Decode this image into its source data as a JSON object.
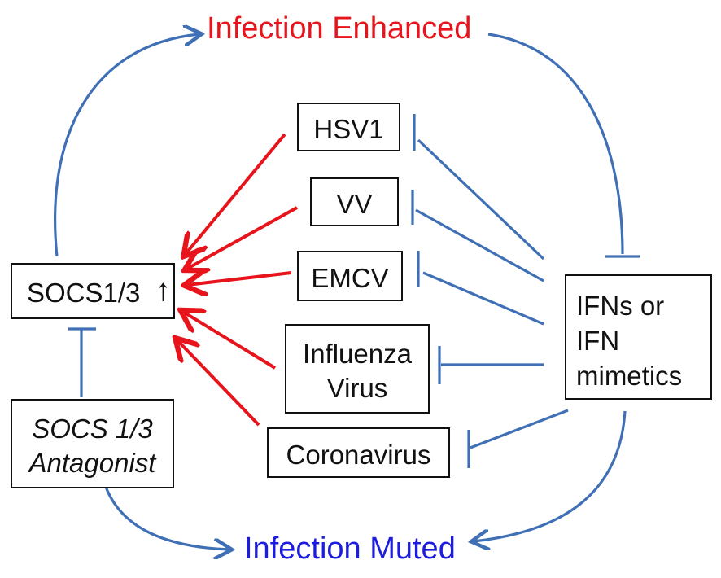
{
  "title_top": "Infection Enhanced",
  "title_bottom": "Infection Muted",
  "socs": {
    "label": "SOCS1/3",
    "up_arrow": "↑"
  },
  "antagonist": {
    "line1": "SOCS 1/3",
    "line2": "Antagonist"
  },
  "viruses": {
    "hsv1": "HSV1",
    "vv": "VV",
    "emcv": "EMCV",
    "influenza_line1": "Influenza",
    "influenza_line2": "Virus",
    "coronavirus": "Coronavirus"
  },
  "ifn": {
    "line1": "IFNs or",
    "line2": "IFN",
    "line3": "mimetics"
  },
  "colors": {
    "activation": "#e8141c",
    "inhibition": "#3f6fb5",
    "enhanced": "#e8141c",
    "muted": "#1c1ce0"
  }
}
